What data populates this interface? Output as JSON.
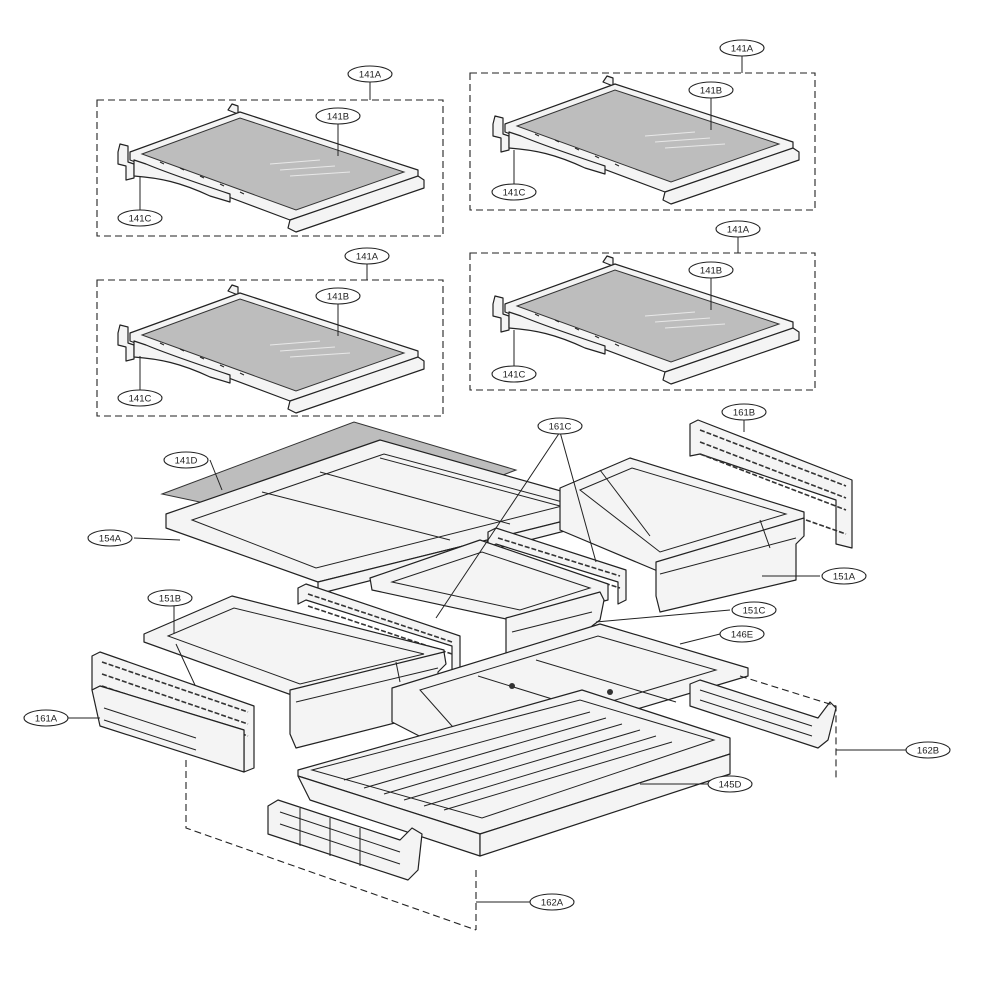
{
  "callouts": [
    {
      "id": "c141A_1",
      "text": "141A"
    },
    {
      "id": "c141B_1",
      "text": "141B"
    },
    {
      "id": "c141C_1",
      "text": "141C"
    },
    {
      "id": "c141A_2",
      "text": "141A"
    },
    {
      "id": "c141B_2",
      "text": "141B"
    },
    {
      "id": "c141C_2",
      "text": "141C"
    },
    {
      "id": "c141A_3",
      "text": "141A"
    },
    {
      "id": "c141B_3",
      "text": "141B"
    },
    {
      "id": "c141C_3",
      "text": "141C"
    },
    {
      "id": "c141A_4",
      "text": "141A"
    },
    {
      "id": "c141B_4",
      "text": "141B"
    },
    {
      "id": "c141C_4",
      "text": "141C"
    },
    {
      "id": "c141D",
      "text": "141D"
    },
    {
      "id": "c154A",
      "text": "154A"
    },
    {
      "id": "c161C",
      "text": "161C"
    },
    {
      "id": "c161B",
      "text": "161B"
    },
    {
      "id": "c151A",
      "text": "151A"
    },
    {
      "id": "c151B",
      "text": "151B"
    },
    {
      "id": "c151C",
      "text": "151C"
    },
    {
      "id": "c146E",
      "text": "146E"
    },
    {
      "id": "c161A",
      "text": "161A"
    },
    {
      "id": "c162B",
      "text": "162B"
    },
    {
      "id": "c145D",
      "text": "145D"
    },
    {
      "id": "c162A",
      "text": "162A"
    }
  ]
}
